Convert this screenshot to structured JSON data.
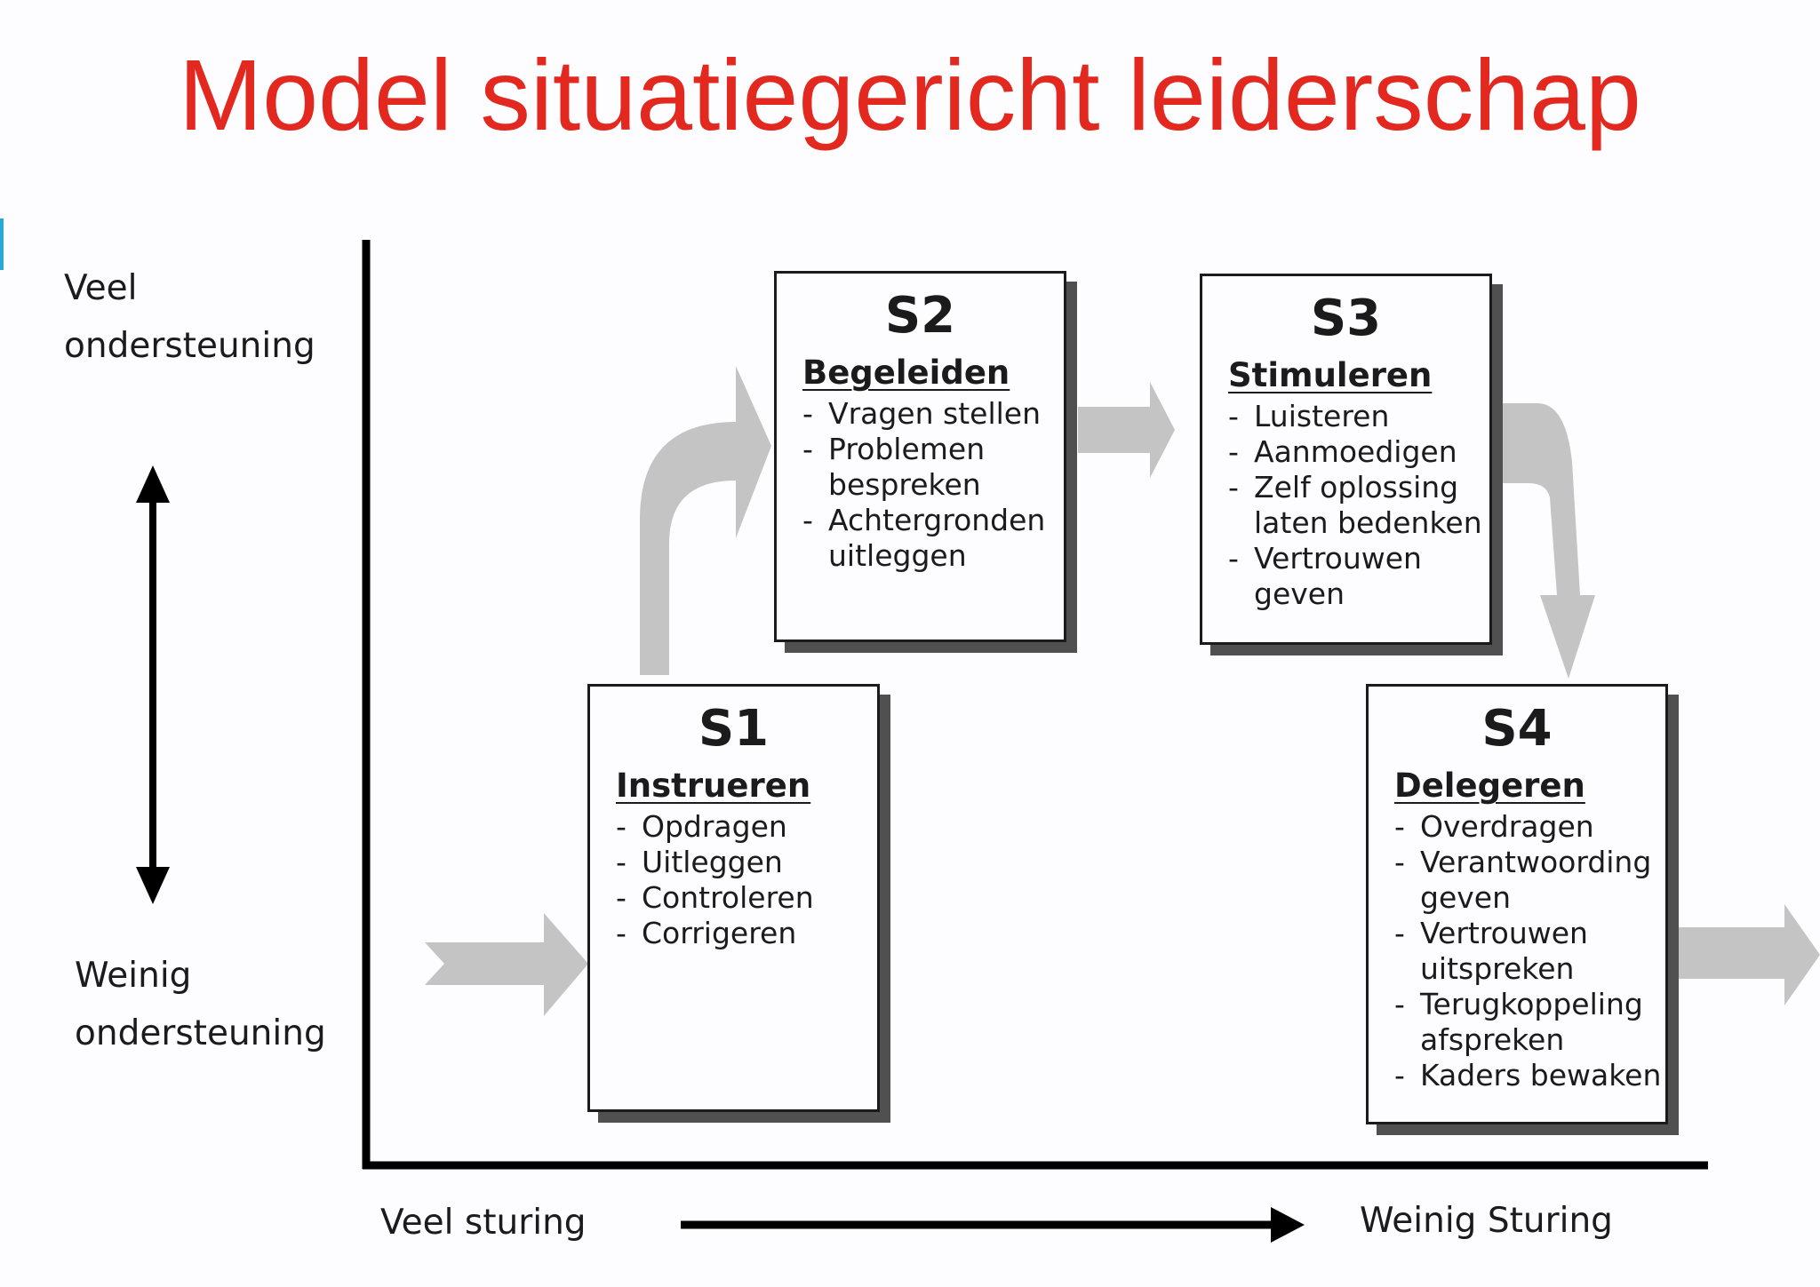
{
  "title": "Model situatiegericht leiderschap",
  "axis": {
    "y_high": "Veel\nondersteuning",
    "y_low": "Weinig\nondersteuning",
    "x_left": "Veel sturing",
    "x_right": "Weinig Sturing"
  },
  "boxes": [
    {
      "code": "S1",
      "heading": "Instrueren",
      "items": [
        "Opdragen",
        "Uitleggen",
        "Controleren",
        "Corrigeren"
      ]
    },
    {
      "code": "S2",
      "heading": "Begeleiden",
      "items": [
        "Vragen stellen",
        "Problemen\nbespreken",
        "Achtergronden\nuitleggen"
      ]
    },
    {
      "code": "S3",
      "heading": "Stimuleren",
      "items": [
        "Luisteren",
        "Aanmoedigen",
        "Zelf oplossing\nlaten bedenken",
        "Vertrouwen\ngeven"
      ]
    },
    {
      "code": "S4",
      "heading": "Delegeren",
      "items": [
        "Overdragen",
        "Verantwoording\ngeven",
        "Vertrouwen\nuitspreken",
        "Terugkoppeling\nafspreken",
        "Kaders bewaken"
      ]
    }
  ],
  "colors": {
    "title": "#e2281f",
    "arrow": "#c4c4c4",
    "axis": "#000000",
    "shadow": "#505050",
    "accent": "#29a8d8"
  }
}
